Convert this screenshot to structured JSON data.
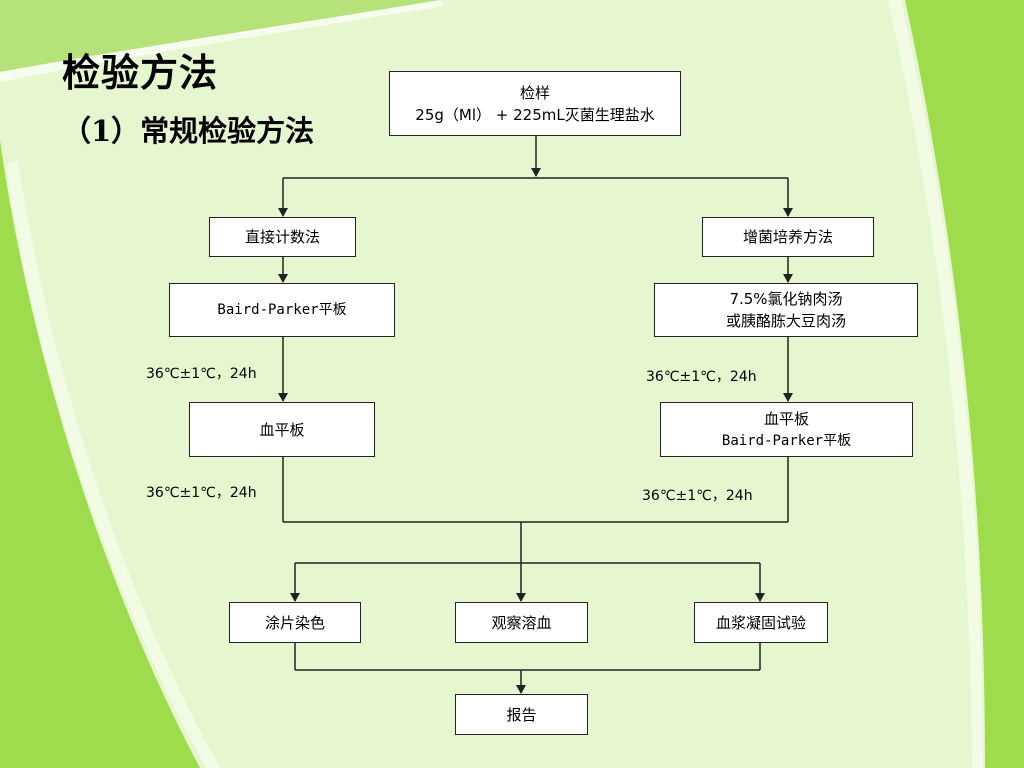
{
  "heading": {
    "title": "检验方法",
    "subtitle": "（1）常规检验方法"
  },
  "flowchart": {
    "sample": {
      "line1": "检样",
      "line2": "25g（Ml） + 225mL灭菌生理盐水"
    },
    "left_branch": {
      "method": "直接计数法",
      "plate": "Baird-Parker平板",
      "condition1": "36℃±1℃，24h",
      "blood_plate": "血平板",
      "condition2": "36℃±1℃，24h"
    },
    "right_branch": {
      "method": "增菌培养方法",
      "broth_line1": "7.5%氯化钠肉汤",
      "broth_line2": "或胰酪胨大豆肉汤",
      "condition1": "36℃±1℃，24h",
      "plates_line1": "血平板",
      "plates_line2": "Baird-Parker平板",
      "condition2": "36℃±1℃，24h"
    },
    "tests": {
      "smear": "涂片染色",
      "hemolysis": "观察溶血",
      "coagulase": "血浆凝固试验"
    },
    "report": "报告"
  }
}
